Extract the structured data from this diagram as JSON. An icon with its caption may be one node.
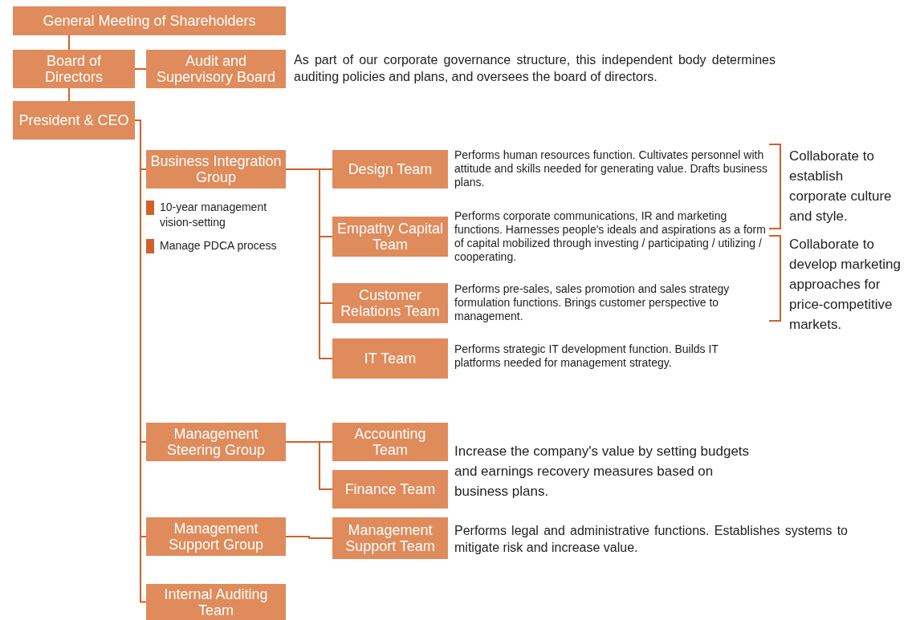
{
  "diagram": {
    "nodes": [
      {
        "text": [
          "General Meeting of Shareholders"
        ]
      },
      {
        "text": [
          "Board of Directors"
        ]
      },
      {
        "text": [
          "Audit and Supervisory Board"
        ],
        "beside": [
          "As part of our corporate governance structure, this independent body determines auditing policies and plans, and oversees the board of directors."
        ]
      },
      {
        "text": [
          "President & CEO"
        ]
      },
      {
        "text": [
          "Business Integration Group"
        ]
      },
      {
        "text": [
          "Design Team"
        ],
        "beside": [
          "Performs human resources function. Cultivates personnel with attitude and skills needed for generating value. Drafts business plans."
        ]
      },
      {
        "text": [
          "Empathy Capital Team"
        ],
        "beside": [
          "Performs corporate communications, IR and marketing functions. Harnesses people's ideals and aspirations as a form of capital mobilized through investing / participating / utilizing / cooperating."
        ]
      },
      {
        "text": [
          "Customer Relations Team"
        ],
        "beside": [
          "Performs pre-sales, sales promotion and sales strategy formulation functions. Brings customer perspective to management."
        ]
      },
      {
        "text": [
          "IT Team"
        ],
        "beside": [
          "Performs strategic IT development function. Builds IT platforms needed for management strategy."
        ]
      },
      {
        "text": [
          "Management Steering Group"
        ]
      },
      {
        "text": [
          "Accounting Team"
        ]
      },
      {
        "text": [
          "Finance Team"
        ]
      },
      {
        "text": [
          "Management Support Group"
        ]
      },
      {
        "text": [
          "Management Support Team"
        ],
        "beside": [
          "Performs legal and administrative functions. Establishes systems to mitigate risk and increase value."
        ]
      },
      {
        "text": [
          "Internal Auditing Team"
        ]
      }
    ],
    "edges": [
      {
        "from": 0,
        "to": 1,
        "arrow": "none"
      },
      {
        "from": 1,
        "to": 2,
        "arrow": "none"
      },
      {
        "from": 1,
        "to": 3,
        "arrow": "none"
      },
      {
        "from": 3,
        "to": 4,
        "arrow": "none"
      },
      {
        "from": 3,
        "to": 9,
        "arrow": "none"
      },
      {
        "from": 3,
        "to": 12,
        "arrow": "none"
      },
      {
        "from": 3,
        "to": 14,
        "arrow": "none"
      },
      {
        "from": 4,
        "to": 5,
        "arrow": "none"
      },
      {
        "from": 4,
        "to": 6,
        "arrow": "none"
      },
      {
        "from": 4,
        "to": 7,
        "arrow": "none"
      },
      {
        "from": 4,
        "to": 8,
        "arrow": "none"
      },
      {
        "from": 9,
        "to": 10,
        "arrow": "none"
      },
      {
        "from": 9,
        "to": 11,
        "arrow": "none"
      },
      {
        "from": 12,
        "to": 13,
        "arrow": "none"
      }
    ],
    "labels": [
      "10-year management vision-setting",
      "Manage PDCA process",
      "Collaborate to establish corporate culture and style.",
      "Collaborate to develop marketing approaches for price-competitive markets.",
      "Increase the company's value by setting budgets and earnings recovery measures based on business plans."
    ]
  }
}
